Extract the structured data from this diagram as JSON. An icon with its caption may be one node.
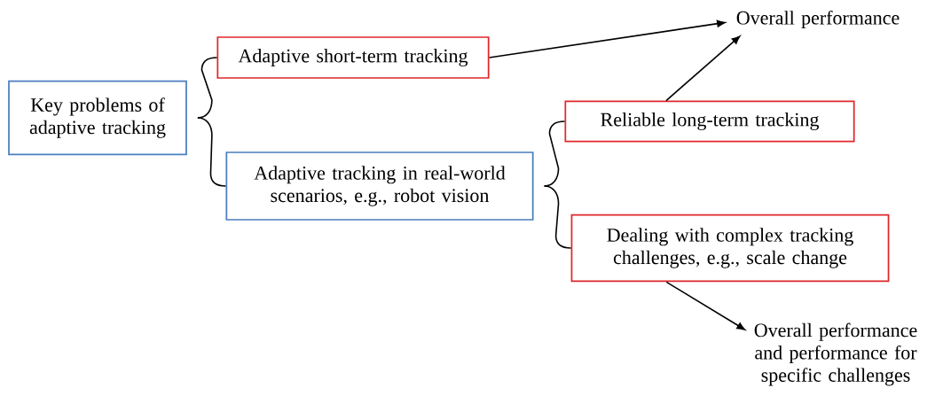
{
  "diagram": {
    "nodes": [
      {
        "text": [
          "Key problems of adaptive tracking"
        ]
      },
      {
        "text": [
          "Adaptive short-term tracking"
        ]
      },
      {
        "text": [
          "Adaptive tracking in real-world scenarios, e.g., robot vision"
        ]
      },
      {
        "text": [
          "Overall performance"
        ]
      },
      {
        "text": [
          "Reliable long-term tracking"
        ]
      },
      {
        "text": [
          "Dealing with complex tracking challenges, e.g., scale change"
        ]
      },
      {
        "text": [
          "Overall performance and performance for specific challenges"
        ]
      }
    ],
    "edges": [
      {
        "from": 0,
        "to": 1,
        "arrow": "none"
      },
      {
        "from": 0,
        "to": 2,
        "arrow": "none"
      },
      {
        "from": 1,
        "to": 3,
        "arrow": "to"
      },
      {
        "from": 2,
        "to": 4,
        "arrow": "none"
      },
      {
        "from": 2,
        "to": 5,
        "arrow": "none"
      },
      {
        "from": 4,
        "to": 3,
        "arrow": "to"
      },
      {
        "from": 5,
        "to": 6,
        "arrow": "to"
      }
    ]
  }
}
